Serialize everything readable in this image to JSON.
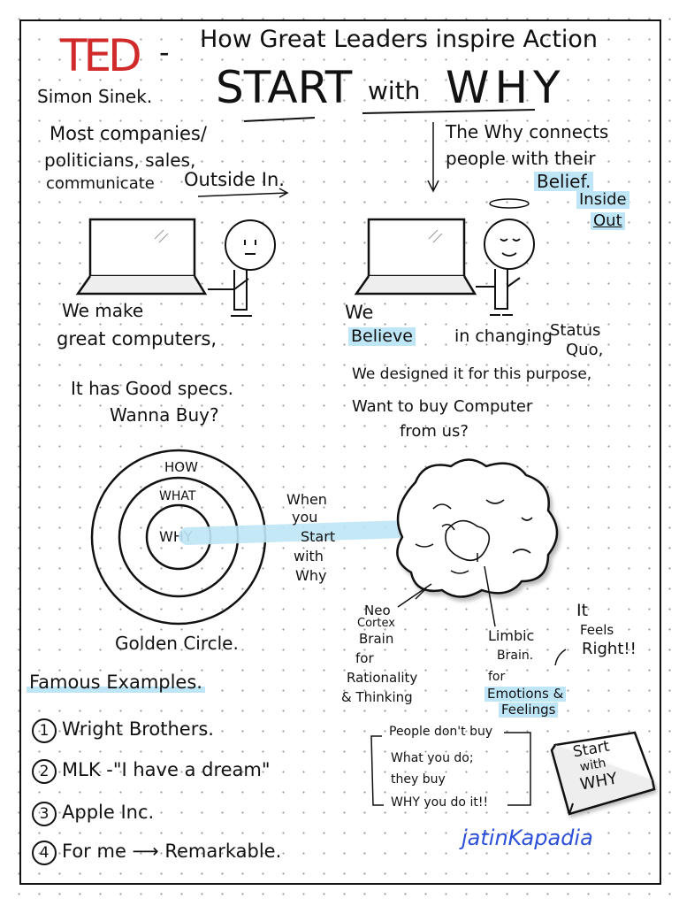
{
  "header": {
    "logo": "TED",
    "dash": "-",
    "title": "How Great Leaders inspire Action",
    "speaker": "Simon Sinek.",
    "headline_start": "START",
    "headline_with": "with",
    "headline_why": "WHY"
  },
  "left": {
    "intro_line1": "Most companies/",
    "intro_line2": "politicians, sales,",
    "intro_line3": "communicate",
    "intro_highlight": "Outside In.",
    "speech_line1": "We make",
    "speech_line2": "great computers,",
    "speech_line3": "It has Good specs.",
    "speech_line4": "Wanna Buy?"
  },
  "right": {
    "intro_line1": "The Why connects",
    "intro_line2": "people with their",
    "intro_highlight": "Belief.",
    "inside": "Inside",
    "out": "Out",
    "speech_we": "We",
    "speech_believe": "Believe",
    "speech_line2": "in changing",
    "speech_status": "Status",
    "speech_quo": "Quo,",
    "speech_line3": "We designed it for this purpose,",
    "speech_line4": "Want to buy Computer",
    "speech_line5": "from us?"
  },
  "golden_circle": {
    "outer": "HOW",
    "middle": "WHAT",
    "inner": "WHY",
    "caption": "Golden Circle."
  },
  "arrow_label": [
    "When",
    "you",
    "Start",
    "with",
    "Why"
  ],
  "brain": {
    "neo": [
      "Neo",
      "Cortex",
      "Brain",
      "for",
      "Rationality",
      "& Thinking"
    ],
    "limbic": [
      "Limbic",
      "Brain.",
      "for"
    ],
    "emotions": [
      "Emotions &",
      "Feelings"
    ],
    "feels": [
      "It",
      "Feels",
      "Right!!"
    ]
  },
  "examples": {
    "title": "Famous Examples.",
    "items": [
      {
        "num": "1",
        "text": "Wright Brothers."
      },
      {
        "num": "2",
        "text": "MLK -\"I have a dream\""
      },
      {
        "num": "3",
        "text": "Apple Inc."
      },
      {
        "num": "4",
        "text": "For me ⟶ Remarkable."
      }
    ]
  },
  "quote": [
    "People don't buy",
    "What you do;",
    "they buy",
    "WHY you do it!!"
  ],
  "book": [
    "Start",
    "with",
    "WHY"
  ],
  "signature": "jatinKapadia",
  "colors": {
    "ted_red": "#d02a2a",
    "highlight": "#bfe6f7",
    "signature_blue": "#2b4fd8"
  }
}
